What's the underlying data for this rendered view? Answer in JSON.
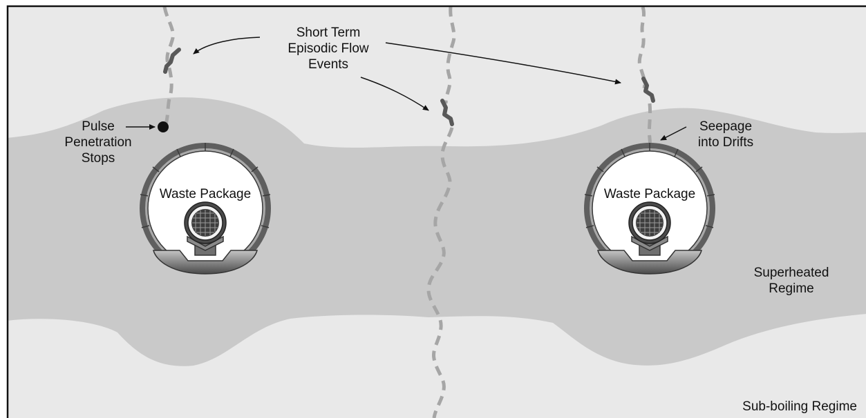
{
  "labels": {
    "flow_events": [
      "Short Term",
      "Episodic Flow",
      "Events"
    ],
    "pulse_stops": [
      "Pulse",
      "Penetration",
      "Stops"
    ],
    "seepage": [
      "Seepage",
      "into Drifts"
    ],
    "superheated": [
      "Superheated",
      "Regime"
    ],
    "subboiling": "Sub-boiling Regime",
    "waste_package_left": "Waste Package",
    "waste_package_right": "Waste Package"
  },
  "colors": {
    "background": "#e9e9e9",
    "superheated_zone": "#c9c9c9",
    "flow_path": "#a6a6a6",
    "episodic_flow": "#595959",
    "drift_ring": "#5f5f5f",
    "drift_interior": "#ffffff",
    "invert": "#8a8a8a",
    "text": "#111111"
  }
}
